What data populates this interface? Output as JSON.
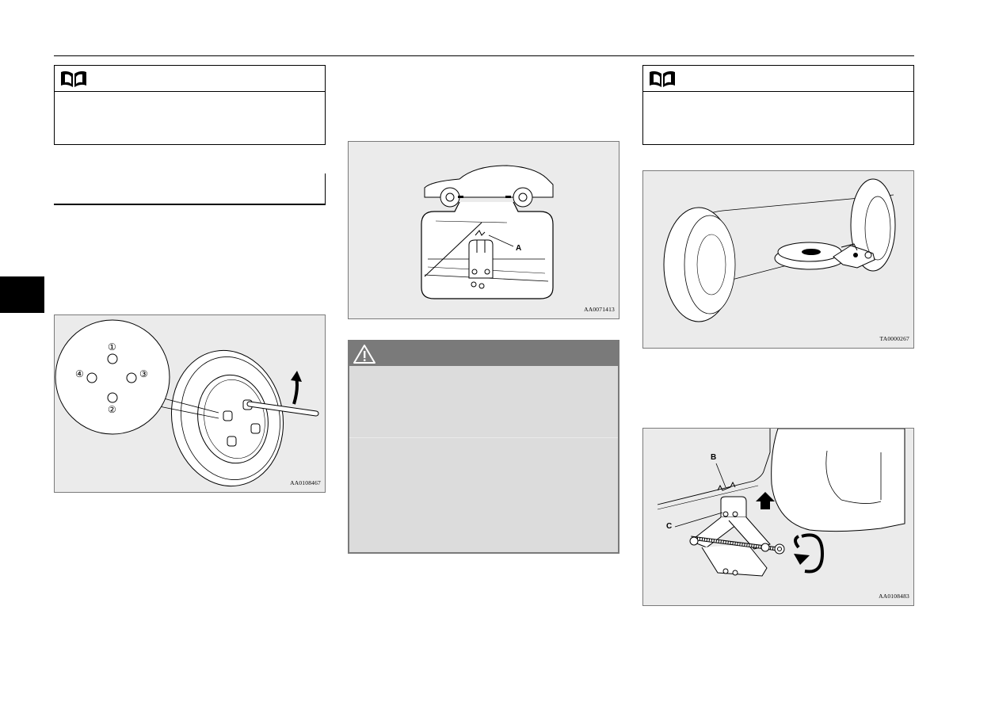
{
  "page": {
    "figures": [
      {
        "id": "wheel-nut-order",
        "code": "AA0108467",
        "callouts": [
          "①",
          "②",
          "③",
          "④"
        ]
      },
      {
        "id": "jack-point-car",
        "code": "AA0071413",
        "callouts": [
          "A"
        ]
      },
      {
        "id": "jack-under-car",
        "code": "TA0000267",
        "callouts": []
      },
      {
        "id": "scissor-jack",
        "code": "AA0108483",
        "callouts": [
          "B",
          "C"
        ]
      }
    ]
  },
  "icons": {
    "note": "book-note-icon",
    "warning": "warning-triangle-icon"
  },
  "colors": {
    "figure_bg": "#ebebeb",
    "warning_header": "#7a7a7a",
    "warning_body": "#dcdcdc",
    "side_tab": "#000000"
  }
}
